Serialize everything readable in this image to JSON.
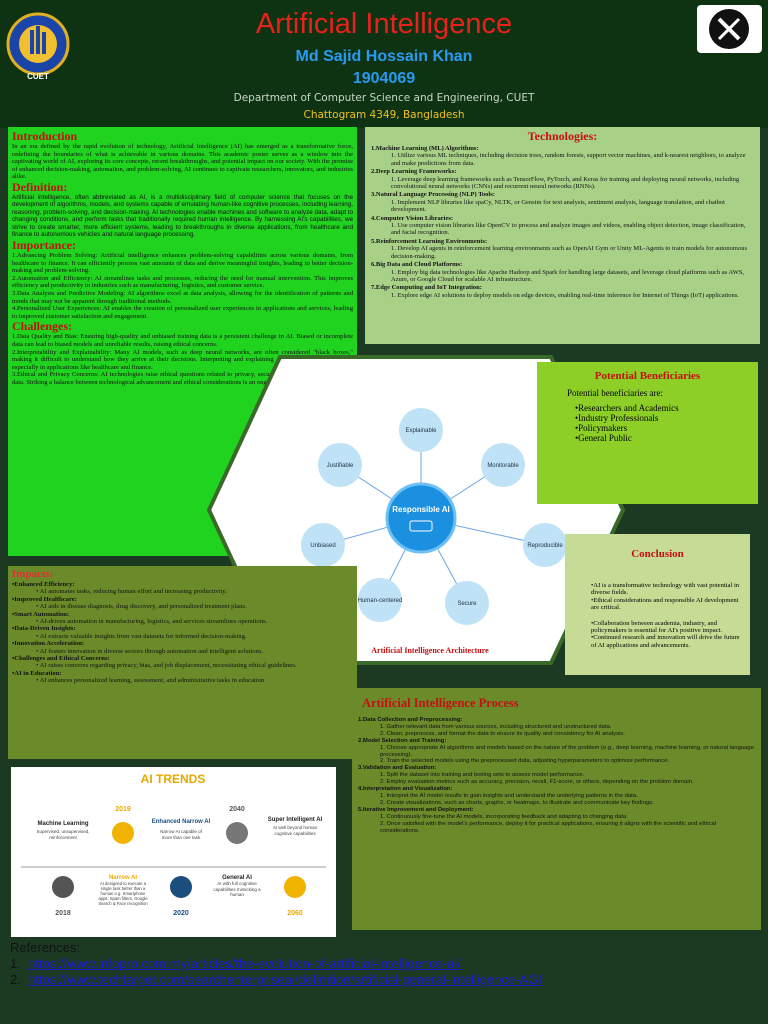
{
  "header": {
    "title": "Artificial Intelligence",
    "author": "Md Sajid Hossain Khan",
    "roll": "1904069",
    "department": "Department of Computer Science and Engineering, CUET",
    "location": "Chattogram 4349, Bangladesh",
    "logo_text": "CUET",
    "colors": {
      "title": "#e8211c",
      "author": "#2a9af0",
      "location": "#f2c01d"
    }
  },
  "intro": {
    "heading": "Introduction",
    "text": "In an era defined by the rapid evolution of technology, Artificial Intelligence (AI) has emerged as a transformative force, redefining the boundaries of what is achievable in various domains. This academic poster serves as a window into the captivating world of AI, exploring its core concepts, recent breakthroughs, and potential impact on our society. With the promise of enhanced decision-making, automation, and problem-solving, AI continues to captivate researchers, innovators, and industries alike."
  },
  "definition": {
    "heading": "Definition:",
    "text": "Artificial intelligence, often abbreviated as AI, is a multidisciplinary field of computer science that focuses on the development of algorithms, models, and systems capable of emulating human-like cognitive processes, including learning, reasoning, problem-solving, and decision-making. AI technologies enable machines and software to analyze data, adapt to changing conditions, and perform tasks that traditionally required human intelligence. By harnessing AI's capabilities, we strive to create smarter, more efficient systems, leading to breakthroughs in diverse applications, from healthcare and finance to autonomous vehicles and natural language processing."
  },
  "importance": {
    "heading": "Importance:",
    "items": [
      "1.Advancing Problem Solving: Artificial intelligence enhances problem-solving capabilities across various domains, from healthcare to finance. It can efficiently process vast amounts of data and derive meaningful insights, leading to better decision-making and problem-solving.",
      "2.Automation and Efficiency: AI streamlines tasks and processes, reducing the need for manual intervention. This improves efficiency and productivity in industries such as manufacturing, logistics, and customer service.",
      "3.Data Analysis and Predictive Modeling: AI algorithms excel at data analysis, allowing for the identification of patterns and trends that may not be apparent through traditional methods.",
      "4.Personalized User Experiences: AI enables the creation of personalized user experiences in applications and services, leading to improved customer satisfaction and engagement."
    ]
  },
  "challenges": {
    "heading": "Challenges:",
    "items": [
      "1.Data Quality and Bias: Ensuring high-quality and unbiased training data is a persistent challenge in AI. Biased or incomplete data can lead to biased models and unreliable results, raising ethical concerns.",
      "2.Interpretability and Explainability: Many AI models, such as deep neural networks, are often considered \"black boxes,\" making it difficult to understand how they arrive at their decisions. Interpreting and explaining AI model outputs is crucial, especially in applications like healthcare and finance.",
      "3.Ethical and Privacy Concerns: AI technologies raise ethical questions related to privacy, security, and the responsible use of data. Striking a balance between technological advancement and ethical considerations is an ongoing challenge."
    ]
  },
  "technologies": {
    "heading": "Technologies:",
    "items": [
      {
        "title": "1.Machine Learning (ML) Algorithms:",
        "sub": "1.  Utilize various ML techniques, including decision trees, random forests, support vector machines, and k-nearest neighbors, to analyze and make predictions from data."
      },
      {
        "title": "2.Deep Learning Frameworks:",
        "sub": "1.  Leverage deep learning frameworks such as TensorFlow, PyTorch, and Keras for training and deploying neural networks, including convolutional neural networks (CNNs) and recurrent neural networks (RNNs)."
      },
      {
        "title": "3.Natural Language Processing (NLP) Tools:",
        "sub": "1.  Implement NLP libraries like spaCy, NLTK, or Gensim for text analysis, sentiment analysis, language translation, and chatbot development."
      },
      {
        "title": "4.Computer Vision Libraries:",
        "sub": "1.  Use computer vision libraries like OpenCV to process and analyze images and videos, enabling object detection, image classification, and facial recognition."
      },
      {
        "title": "5.Reinforcement Learning Environments:",
        "sub": "1.  Develop AI agents in reinforcement learning environments such as OpenAI Gym or Unity ML-Agents to train models for autonomous decision-making."
      },
      {
        "title": "6.Big Data and Cloud Platforms:",
        "sub": "1.  Employ big data technologies like Apache Hadoop and Spark for handling large datasets, and leverage cloud platforms such as AWS, Azure, or Google Cloud for scalable AI infrastructure."
      },
      {
        "title": "7.Edge Computing and IoT Integration:",
        "sub": "1.  Explore edge AI solutions to deploy models on edge devices, enabling real-time inference for Internet of Things (IoT) applications."
      }
    ]
  },
  "architecture": {
    "center_label": "Responsible AI",
    "nodes": [
      "Explainable",
      "Monitorable",
      "Reproducible",
      "Secure",
      "Human-centered",
      "Unbiased",
      "Justifiable"
    ],
    "caption": "Artificial Intelligence Architecture"
  },
  "beneficiaries": {
    "heading": "Potential Beneficiaries",
    "lead": "Potential beneficiaries are:",
    "items": [
      "•Researchers and Academics",
      "•Industry Professionals",
      "•Policymakers",
      "•General Public"
    ]
  },
  "conclusion": {
    "heading": "Conclusion",
    "para1": "•AI is a transformative technology with vast potential in diverse fields.\n•Ethical considerations and responsible AI development are critical.",
    "para2": "•Collaboration between academia, industry, and policymakers is essential for AI's positive impact.\n•Continued research and innovation will drive the future of AI applications and advancements."
  },
  "impacts": {
    "heading": "Impacts:",
    "items": [
      {
        "title": "•Enhanced Efficiency:",
        "sub": "AI automates tasks, reducing human effort and increasing productivity."
      },
      {
        "title": "•Improved Healthcare:",
        "sub": "AI aids in disease diagnosis, drug discovery, and personalized treatment plans."
      },
      {
        "title": "•Smart Automation:",
        "sub": "AI-driven automation in manufacturing, logistics, and services streamlines operations."
      },
      {
        "title": "•Data-Driven Insights:",
        "sub": "AI extracts valuable insights from vast datasets for informed decision-making."
      },
      {
        "title": "•Innovation Acceleration:",
        "sub": "AI fosters innovation in diverse sectors through automation and intelligent solutions."
      },
      {
        "title": "•Challenges and Ethical Concerns:",
        "sub": "AI raises concerns regarding privacy, bias, and job displacement, necessitating ethical guidelines."
      },
      {
        "title": "•AI in Education:",
        "sub": "AI enhances personalized learning, assessment, and administrative tasks in education"
      }
    ]
  },
  "process": {
    "heading": "Artificial Intelligence Process",
    "steps": [
      {
        "title": "1.Data Collection and Preprocessing:",
        "subs": [
          "1.  Gather relevant data from various sources, including structured and unstructured data.",
          "2.  Clean, preprocess, and format the data to ensure its quality and consistency for AI analysis."
        ]
      },
      {
        "title": "2.Model Selection and Training:",
        "subs": [
          "1.  Choose appropriate AI algorithms and models based on the nature of the problem (e.g., deep learning, machine learning, or natural language processing).",
          "2.  Train the selected models using the preprocessed data, adjusting hyperparameters to optimize performance."
        ]
      },
      {
        "title": "3.Validation and Evaluation:",
        "subs": [
          "1.  Split the dataset into training and testing sets to assess model performance.",
          "2.  Employ evaluation metrics such as accuracy, precision, recall, F1-score, or others, depending on the problem domain."
        ]
      },
      {
        "title": "4.Interpretation and Visualization:",
        "subs": [
          "1.  Interpret the AI model results to gain insights and understand the underlying patterns in the data.",
          "2.  Create visualizations, such as charts, graphs, or heatmaps, to illustrate and communicate key findings."
        ]
      },
      {
        "title": "5.Iterative Improvement and Deployment:",
        "subs": [
          "1.  Continuously fine-tune the AI models, incorporating feedback and adapting to changing data.",
          "2.  Once satisfied with the model's performance, deploy it for practical applications, ensuring it aligns with the scientific and ethical considerations."
        ]
      }
    ]
  },
  "trends": {
    "title": "AI TRENDS",
    "stages": [
      {
        "name": "Machine Learning",
        "desc": "Supervised, unsupervised, reinforcement",
        "year": "2018",
        "color": "#555555"
      },
      {
        "name": "Narrow AI",
        "desc": "AI designed to execute a single task better than a human e.g. Smartphone apps, Spam filters, Google Search & Face recognition",
        "year": "2019",
        "color": "#f0b400"
      },
      {
        "name": "Enhanced Narrow AI",
        "desc": "Narrow AI capable of more than one task",
        "year": "2020",
        "color": "#1b4e7e"
      },
      {
        "name": "General AI",
        "desc": "AI with full cognitive capabilities mimicking a human",
        "year": "2040",
        "color": "#777777"
      },
      {
        "name": "Super Intelligent AI",
        "desc": "AI well beyond human cognitive capabilities",
        "year": "2060",
        "color": "#f0b400"
      }
    ]
  },
  "references": {
    "heading": "References:",
    "items": [
      {
        "num": "1.",
        "text": "https://www.infopro.com.my/articles/the-evolution-of-artificial-intelligence-ai/"
      },
      {
        "num": "2.",
        "text": "https://www.techtarget.com/searchenterpriseai/definition/artificial-general-intelligence-AGI"
      }
    ]
  }
}
